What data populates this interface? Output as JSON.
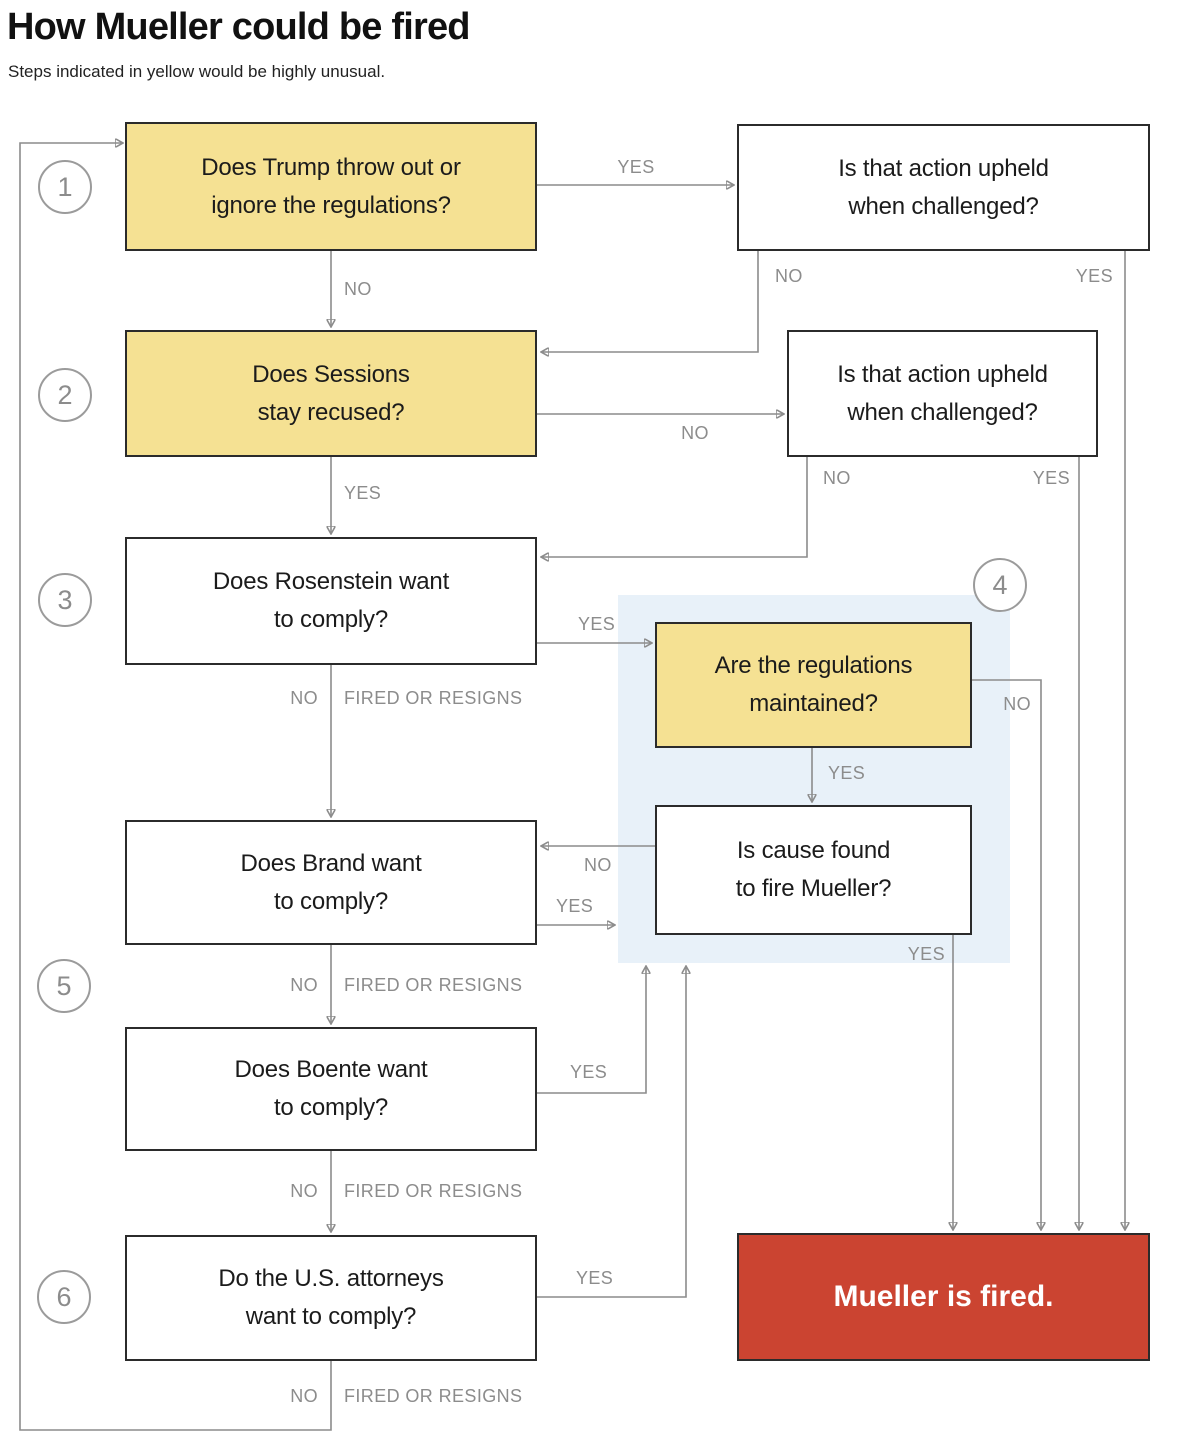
{
  "header": {
    "title": "How Mueller could be fired",
    "subtitle": "Steps indicated in yellow would be highly unusual."
  },
  "steps": [
    "1",
    "2",
    "3",
    "4",
    "5",
    "6"
  ],
  "nodes": {
    "trump": {
      "text": "Does Trump throw out or\nignore the regulations?",
      "highlighted": "yellow"
    },
    "challenge_a": {
      "text": "Is that action upheld\nwhen challenged?"
    },
    "sessions": {
      "text": "Does Sessions\nstay recused?",
      "highlighted": "yellow"
    },
    "challenge_b": {
      "text": "Is that action upheld\nwhen challenged?"
    },
    "rosenstein": {
      "text": "Does Rosenstein want\nto comply?"
    },
    "regulations": {
      "text": "Are the regulations\nmaintained?",
      "highlighted": "yellow"
    },
    "cause": {
      "text": "Is cause found\nto fire Mueller?"
    },
    "brand": {
      "text": "Does Brand want\nto comply?"
    },
    "boente": {
      "text": "Does Boente want\nto comply?"
    },
    "attorneys": {
      "text": "Do the U.S. attorneys\nwant to comply?"
    },
    "fired": {
      "text": "Mueller is fired."
    }
  },
  "labels": {
    "yes": "YES",
    "no": "NO",
    "fired_or_resigns": "FIRED OR RESIGNS"
  },
  "colors": {
    "accent_yellow": "#F5E193",
    "fired_red": "#CB4431",
    "step4_blue": "#E8F1F9",
    "line_gray": "#8C8C8C",
    "label_gray": "#8C8C8C",
    "box_border": "#2b2b2b",
    "text_dark": "#1b1b1b"
  }
}
